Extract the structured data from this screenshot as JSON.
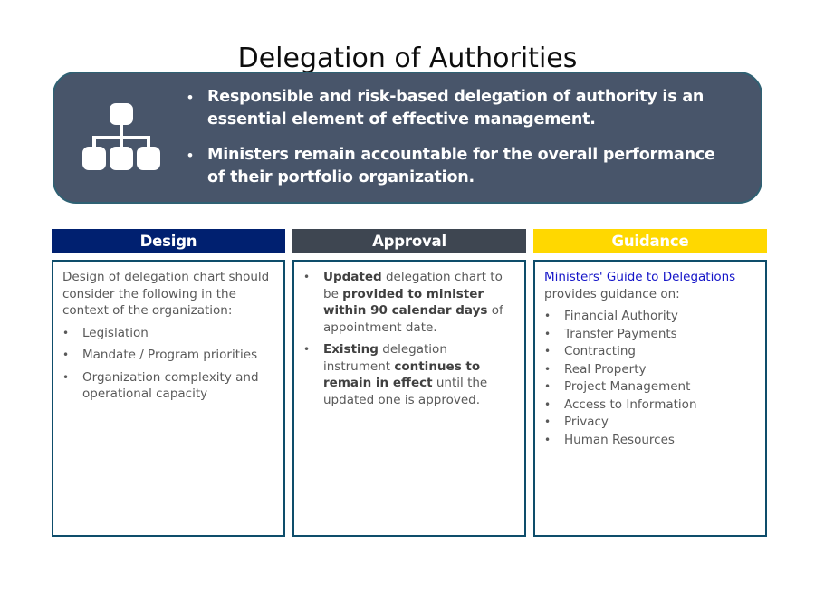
{
  "slide": {
    "title": "Delegation of Authorities"
  },
  "banner": {
    "icon": "org-chart-icon",
    "bullet_glyph": "•",
    "bullets": [
      "Responsible and risk-based delegation of authority is an essential element of effective management.",
      "Ministers remain accountable for the overall performance of their portfolio organization."
    ]
  },
  "colors": {
    "design_header": "#002070",
    "approval_header": "#3E4651",
    "guidance_header": "#FFD800",
    "banner_fill": "#48556A",
    "banner_outline": "#2F6173",
    "card_border": "#0E4D6B",
    "body_text": "#595959",
    "link": "#1414C8"
  },
  "columns": [
    {
      "header": "Design",
      "bullet_glyph": "•",
      "intro": "Design of delegation chart should consider the following in the context of the organization:",
      "items": [
        "Legislation",
        "Mandate / Program priorities",
        "Organization complexity and operational capacity"
      ]
    },
    {
      "header": "Approval",
      "bullet_glyph": "•",
      "items": [
        {
          "parts": [
            {
              "text": "Updated",
              "bold": true
            },
            {
              "text": " delegation chart to be ",
              "bold": false
            },
            {
              "text": "provided to minister within 90 calendar days",
              "bold": true
            },
            {
              "text": " of appointment date.",
              "bold": false
            }
          ]
        },
        {
          "parts": [
            {
              "text": "Existing",
              "bold": true
            },
            {
              "text": " delegation instrument ",
              "bold": false
            },
            {
              "text": "continues to remain in effect",
              "bold": true
            },
            {
              "text": " until the updated one is approved.",
              "bold": false
            }
          ]
        }
      ]
    },
    {
      "header": "Guidance",
      "bullet_glyph": "•",
      "link_text": "Ministers' Guide to Delegations",
      "intro_after_link": " provides guidance on:",
      "items": [
        "Financial Authority",
        "Transfer Payments",
        "Contracting",
        "Real Property",
        "Project Management",
        "Access to Information",
        "Privacy",
        "Human Resources"
      ]
    }
  ]
}
